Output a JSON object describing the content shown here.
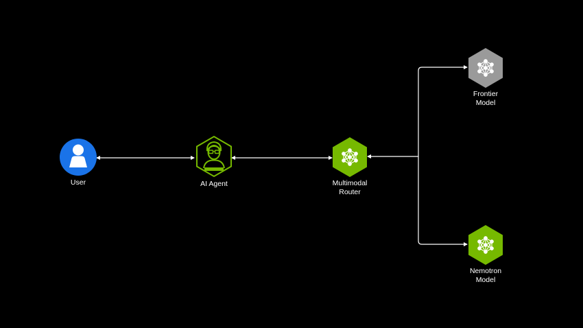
{
  "nodes": {
    "user": {
      "label": "User"
    },
    "agent": {
      "label": "AI Agent"
    },
    "router": {
      "line1": "Multimodal",
      "line2": "Router"
    },
    "frontier": {
      "line1": "Frontier",
      "line2": "Model"
    },
    "nemotron": {
      "line1": "Nemotron",
      "line2": "Model"
    }
  },
  "colors": {
    "background": "#000000",
    "user_blue": "#1a73e8",
    "nvidia_green": "#76b900",
    "frontier_gray": "#9a9a9a",
    "connector": "#ffffff"
  },
  "icons": {
    "user": "user-icon",
    "agent": "ai-agent-icon",
    "router": "network-hexagon-icon",
    "frontier": "network-hexagon-icon",
    "nemotron": "network-hexagon-icon"
  }
}
